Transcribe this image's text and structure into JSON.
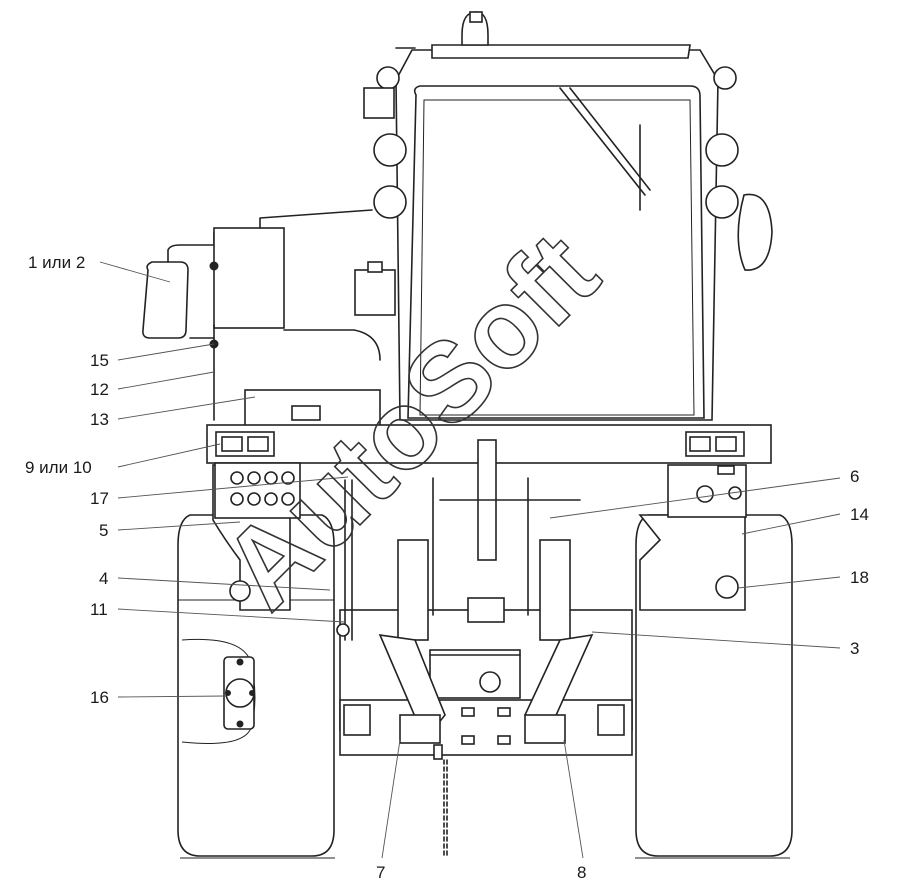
{
  "callouts": {
    "c1": "1 или 2",
    "c15": "15",
    "c12": "12",
    "c13": "13",
    "c9": "9 или 10",
    "c17": "17",
    "c5": "5",
    "c4": "4",
    "c11": "11",
    "c16": "16",
    "c6": "6",
    "c14": "14",
    "c18": "18",
    "c3": "3",
    "c7": "7",
    "c8": "8"
  },
  "watermark": "AutoSoft"
}
